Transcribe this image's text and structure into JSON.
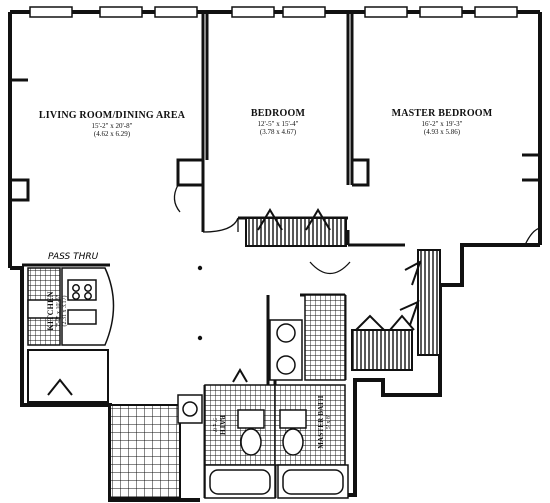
{
  "rooms": {
    "living": {
      "name": "LIVING ROOM/DINING AREA",
      "dim_imperial": "15'-2\" x 20'-8\"",
      "dim_metric": "(4.62 x 6.29)"
    },
    "bedroom": {
      "name": "BEDROOM",
      "dim_imperial": "12'-5\" x 15'-4\"",
      "dim_metric": "(3.78 x 4.67)"
    },
    "master": {
      "name": "MASTER BEDROOM",
      "dim_imperial": "16'-2\" x 19'-3\"",
      "dim_metric": "(4.93 x 5.86)"
    },
    "kitchen": {
      "name": "KITCHEN",
      "dim_imperial": "7'-7\" x 10'-5\"",
      "dim_metric": "(2.31 x 3.17)"
    },
    "bath1": {
      "name": "BATH",
      "dim_imperial": "5' x 8'",
      "dim_metric": ""
    },
    "bath2": {
      "name": "MASTER BATH",
      "dim_imperial": "5' x 8'",
      "dim_metric": ""
    }
  },
  "annotations": {
    "pass_thru": "PASS THRU"
  },
  "colors": {
    "ink": "#111111",
    "background": "#ffffff"
  }
}
